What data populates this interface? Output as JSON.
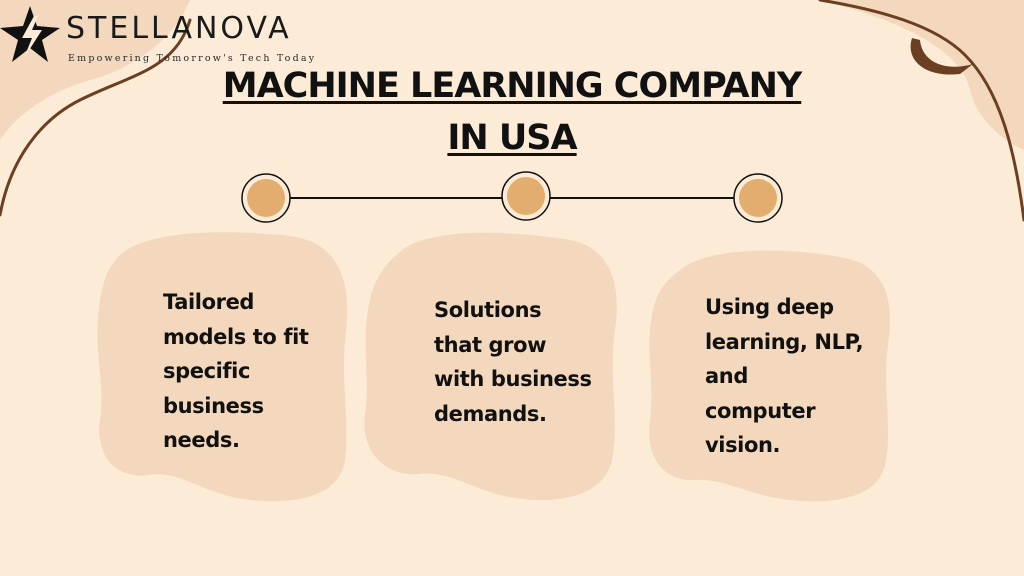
{
  "logo": {
    "name": "STELLANOVA",
    "tagline": "Empowering Tomorrow's Tech Today"
  },
  "title": {
    "line1": "MACHINE LEARNING COMPANY",
    "line2": "IN USA"
  },
  "cards": [
    {
      "text": "Tailored\nmodels to fit\nspecific\nbusiness\nneeds."
    },
    {
      "text": "Solutions\nthat grow\nwith business\ndemands."
    },
    {
      "text": "Using deep\nlearning, NLP,\nand\ncomputer\nvision."
    }
  ],
  "colors": {
    "background": "#fcebd7",
    "blob": "#f3d8bd",
    "accent_circle": "#e2ad6e",
    "curve_brown": "#6a3f22"
  }
}
